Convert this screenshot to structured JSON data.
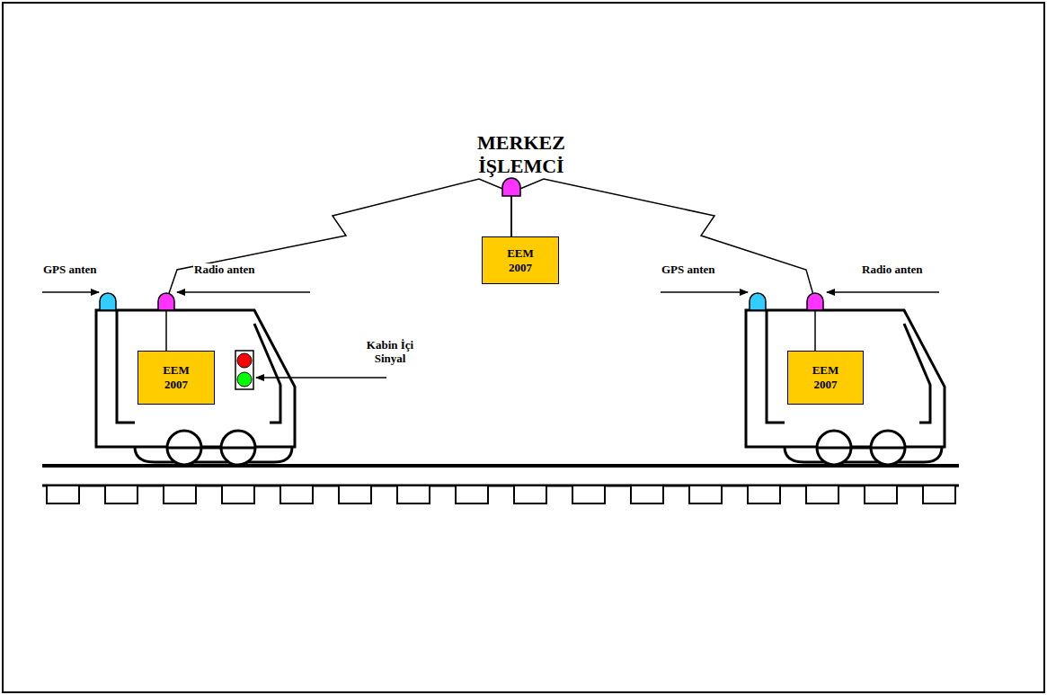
{
  "diagram": {
    "title": "MERKEZ İŞLEMCİ",
    "nodes": [
      {
        "text": [
          "EEM 2007"
        ]
      },
      {
        "text": [
          "EEM 2007"
        ]
      },
      {
        "text": [
          "EEM 2007"
        ]
      }
    ],
    "edges": [
      {
        "from": 0,
        "to": 1,
        "arrow": "none"
      },
      {
        "from": 0,
        "to": 2,
        "arrow": "none"
      }
    ],
    "labels": [
      "GPS anten",
      "Radio anten",
      "Kabin İçi Sinyal",
      "GPS anten",
      "Radio anten"
    ]
  }
}
